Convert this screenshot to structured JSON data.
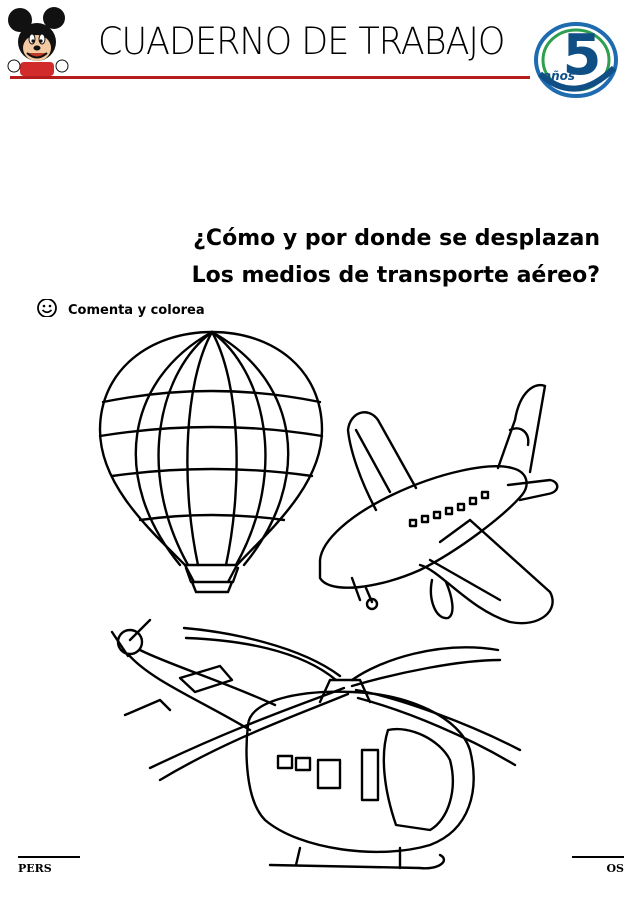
{
  "header": {
    "title": "CUADERNO DE TRABAJO",
    "badge_number": "5",
    "badge_label": "años",
    "accent_color": "#b51c1c",
    "badge_color": "#0f4f86"
  },
  "question": {
    "line1": "¿Cómo y por donde se desplazan",
    "line2": "Los medios de transporte aéreo?"
  },
  "instruction": {
    "icon": "smiley-icon",
    "text": "Comenta y colorea"
  },
  "illustrations": [
    "hot-air-balloon",
    "airplane",
    "helicopter"
  ],
  "footer": {
    "left": "PERS",
    "right": "OS"
  }
}
